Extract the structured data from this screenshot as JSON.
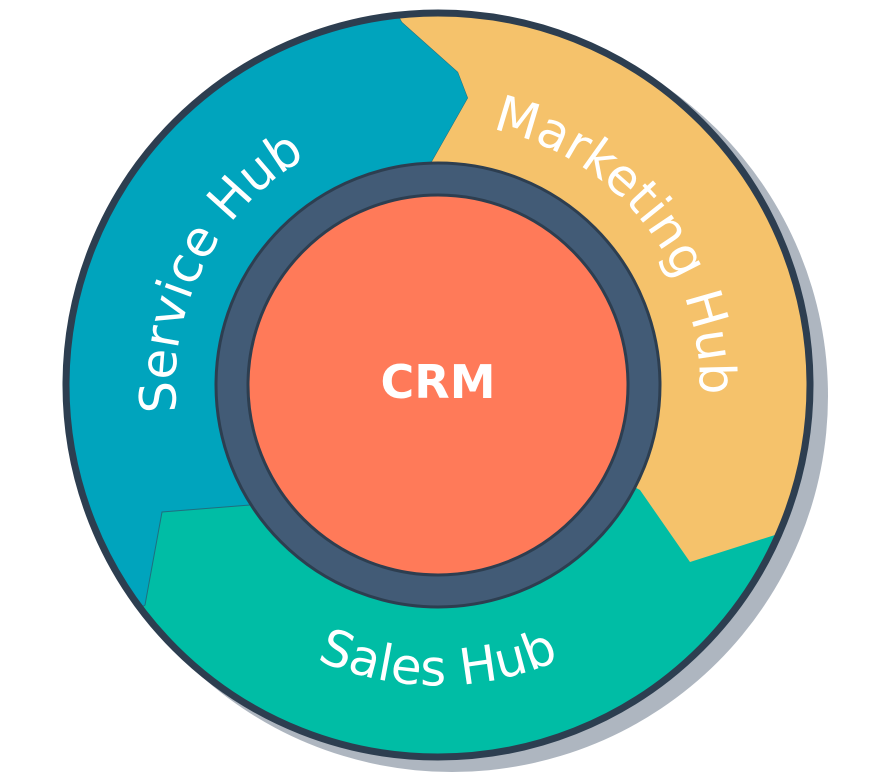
{
  "diagram": {
    "center": {
      "label": "CRM"
    },
    "segments": [
      {
        "id": "service",
        "label": "Service Hub"
      },
      {
        "id": "marketing",
        "label": "Marketing Hub"
      },
      {
        "id": "sales",
        "label": "Sales Hub"
      }
    ]
  },
  "colors": {
    "service": "#00A4BD",
    "marketing": "#F5C26B",
    "sales": "#00BDA5",
    "crm": "#FF7A59",
    "ring": "#425B76",
    "outline": "#2D3E50",
    "shadow": "#AEB6C0"
  }
}
